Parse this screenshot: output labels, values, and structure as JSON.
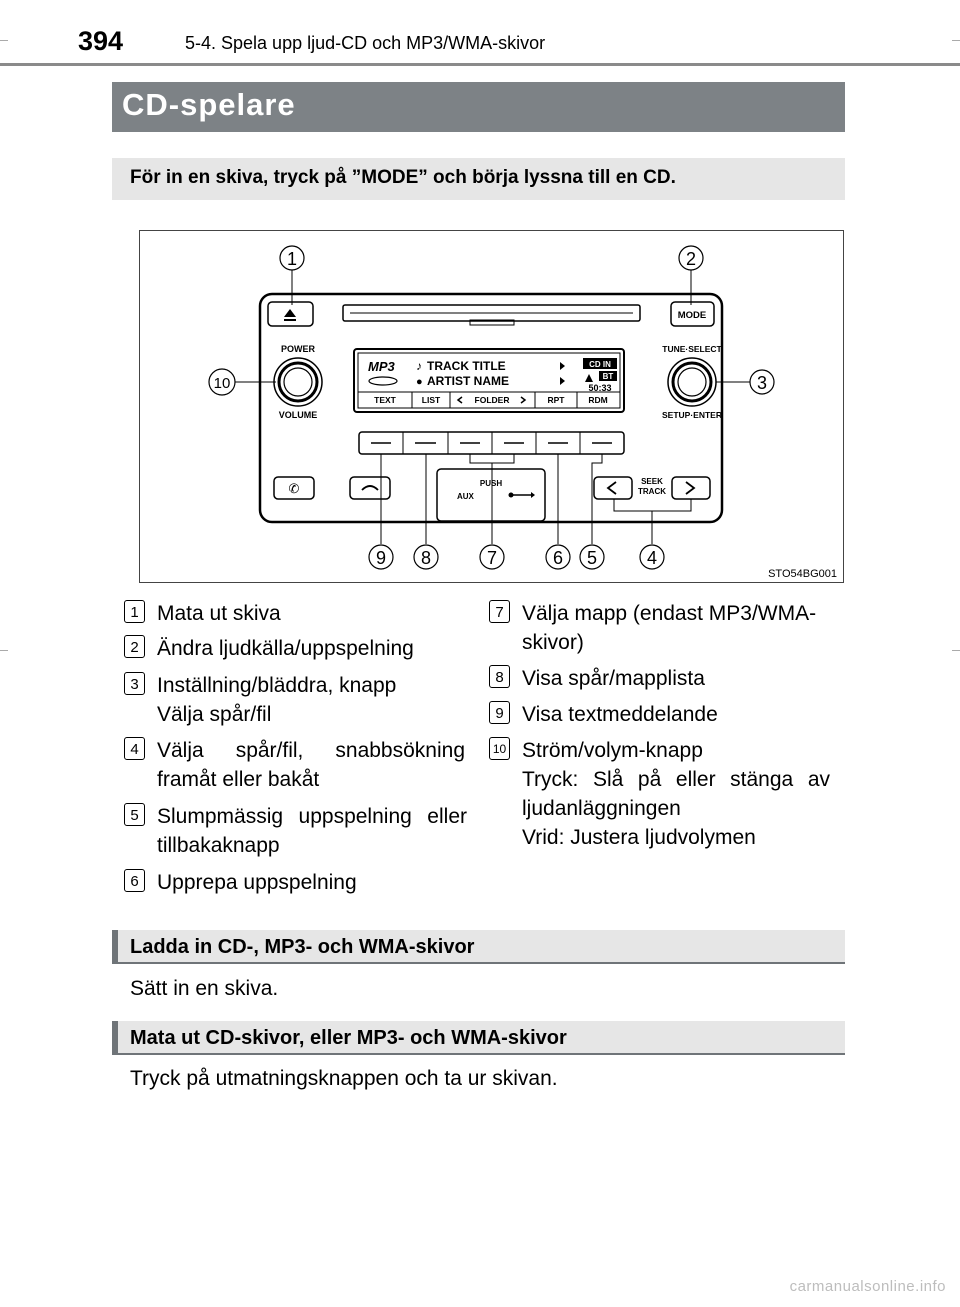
{
  "page": {
    "number": "394",
    "chapter": "5-4. Spela upp ljud-CD och MP3/WMA-skivor",
    "title": "CD-spelare",
    "intro": "För in en skiva, tryck på ”MODE” och börja lyssna till en CD."
  },
  "figure": {
    "code": "STO54BG001",
    "display": {
      "format": "MP3",
      "track": "TRACK TITLE",
      "artist": "ARTIST NAME",
      "cd_in": "CD IN",
      "bt": "BT",
      "time": "50:33",
      "buttons": [
        "TEXT",
        "LIST",
        "FOLDER",
        "RPT",
        "RDM"
      ]
    },
    "labels": {
      "power": "POWER",
      "volume": "VOLUME",
      "tune_select": "TUNE·SELECT",
      "setup_enter": "SETUP·ENTER",
      "mode": "MODE",
      "push": "PUSH",
      "aux": "AUX",
      "seek": "SEEK",
      "track": "TRACK"
    },
    "callouts": [
      "1",
      "2",
      "3",
      "4",
      "5",
      "6",
      "7",
      "8",
      "9",
      "10"
    ]
  },
  "legend_left": [
    {
      "num": "1",
      "text": "Mata ut skiva"
    },
    {
      "num": "2",
      "text": "Ändra ljudkälla/uppspelning"
    },
    {
      "num": "3",
      "line1": "Inställning/bläddra, knapp",
      "line2": "Välja spår/fil"
    },
    {
      "num": "4",
      "line1": "Välja spår/fil, snabbsökning",
      "line2": "framåt eller bakåt"
    },
    {
      "num": "5",
      "line1": "Slumpmässig uppspelning eller",
      "line2": "tillbakaknapp"
    },
    {
      "num": "6",
      "text": "Upprepa uppspelning"
    }
  ],
  "legend_right": [
    {
      "num": "7",
      "line1": "Välja mapp (endast MP3/WMA-",
      "line2": "skivor)"
    },
    {
      "num": "8",
      "text": "Visa spår/mapplista"
    },
    {
      "num": "9",
      "text": "Visa textmeddelande"
    },
    {
      "num": "10",
      "line1": "Ström/volym-knapp",
      "line2": "Tryck: Slå på eller stänga av",
      "line3": "ljudanläggningen",
      "line4": "Vrid: Justera ljudvolymen"
    }
  ],
  "sections": [
    {
      "heading": "Ladda in CD-, MP3- och WMA-skivor",
      "body": "Sätt in en skiva."
    },
    {
      "heading": "Mata ut CD-skivor, eller MP3- och WMA-skivor",
      "body": "Tryck på utmatningsknappen och ta ur skivan."
    }
  ],
  "watermark": "carmanualsonline.info"
}
